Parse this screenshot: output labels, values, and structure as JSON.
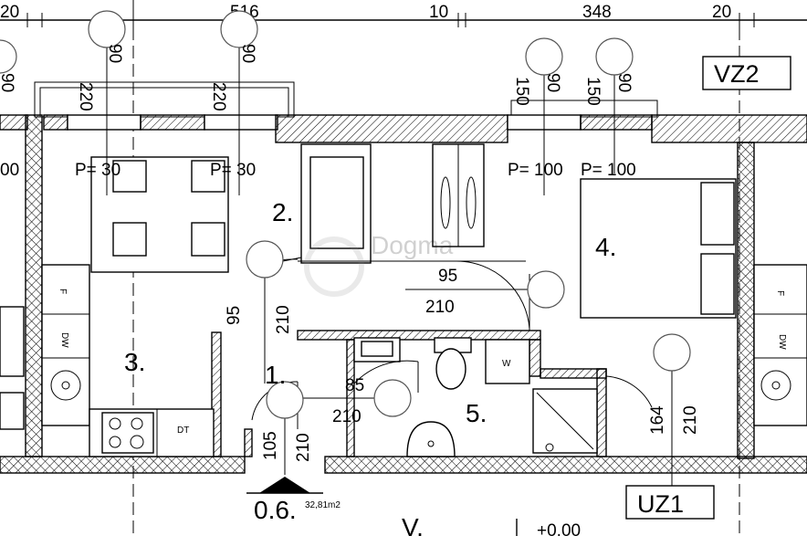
{
  "top_dimensions": [
    "20",
    "516",
    "10",
    "348",
    "20"
  ],
  "window_sill_labels": {
    "left_a": "220",
    "left_a2": "90",
    "left_b": "220",
    "left_b2": "90",
    "right_a": "150",
    "right_a2": "90",
    "right_b": "150",
    "right_b2": "90",
    "edge_left": "90"
  },
  "parapets": {
    "p30_a": "P= 30",
    "p30_b": "P= 30",
    "p100_a": "P= 100",
    "p100_b": "P= 100",
    "edge_left": "00"
  },
  "rooms": {
    "hall": "1.",
    "living": "2.",
    "kitchen": "3.",
    "bedroom": "4.",
    "bath": "5.",
    "unit": "0.6."
  },
  "door_dims": {
    "d1_w": "95",
    "d1_h": "210",
    "d2_w": "95",
    "d2_h": "210",
    "d3_w": "85",
    "d3_h": "210",
    "d4_w": "105",
    "d4_h": "210",
    "d5_w": "164",
    "d5_h": "210"
  },
  "appliance_labels": {
    "fridge": "F",
    "dishwasher": "DW",
    "dryer": "DT",
    "washer": "W",
    "fridge_right": "F",
    "dishwasher_right": "DW"
  },
  "tags": {
    "vz2": "VZ2",
    "uz1": "UZ1"
  },
  "area": "32,81m2",
  "bottom_text": {
    "v": "V.",
    "level": "+0,00"
  },
  "watermark": "Dogma"
}
